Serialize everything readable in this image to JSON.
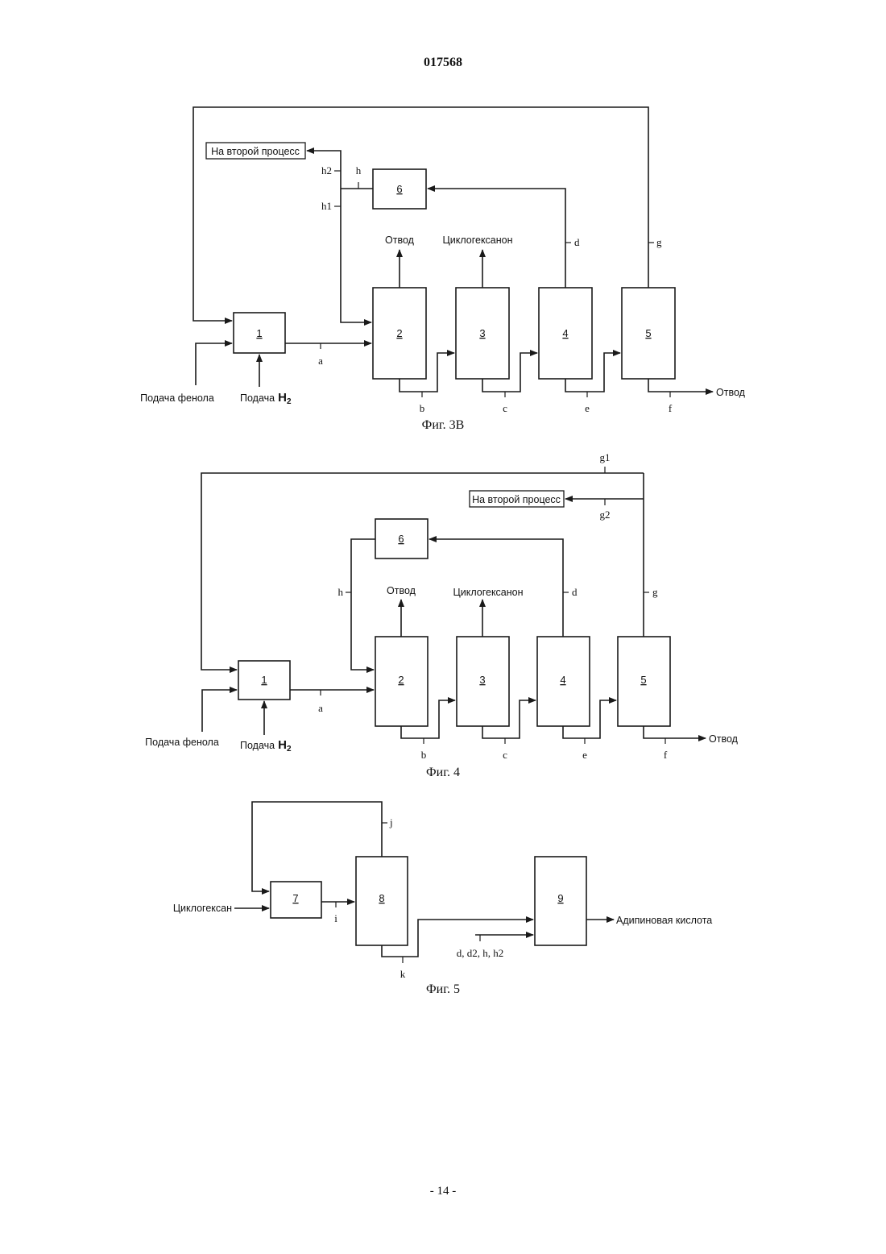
{
  "header": {
    "doc_number": "017568"
  },
  "footer": {
    "page_number": "- 14 -"
  },
  "fig3b": {
    "caption": "Фиг. 3В",
    "units": [
      "1",
      "2",
      "3",
      "4",
      "5",
      "6"
    ],
    "second_process": "На второй процесс",
    "outlet": "Отвод",
    "cyclohexanone": "Циклогексанон",
    "phenol_feed": "Подача фенола",
    "h2_feed_prefix": "Подача",
    "h2_symbol": "H",
    "h2_sub": "2",
    "streams": {
      "a": "a",
      "b": "b",
      "c": "c",
      "d": "d",
      "e": "e",
      "f": "f",
      "g": "g",
      "h": "h",
      "h1": "h1",
      "h2": "h2"
    }
  },
  "fig4": {
    "caption": "Фиг. 4",
    "units": [
      "1",
      "2",
      "3",
      "4",
      "5",
      "6"
    ],
    "second_process": "На второй процесс",
    "outlet": "Отвод",
    "cyclohexanone": "Циклогексанон",
    "phenol_feed": "Подача фенола",
    "h2_feed_prefix": "Подача",
    "h2_symbol": "H",
    "h2_sub": "2",
    "streams": {
      "a": "a",
      "b": "b",
      "c": "c",
      "d": "d",
      "e": "e",
      "f": "f",
      "g": "g",
      "g1": "g1",
      "g2": "g2",
      "h": "h"
    }
  },
  "fig5": {
    "caption": "Фиг. 5",
    "units": [
      "7",
      "8",
      "9"
    ],
    "cyclohexane": "Циклогексан",
    "adipic_acid": "Адипиновая кислота",
    "inputs": "d, d2, h, h2",
    "streams": {
      "i": "i",
      "j": "j",
      "k": "k"
    }
  }
}
